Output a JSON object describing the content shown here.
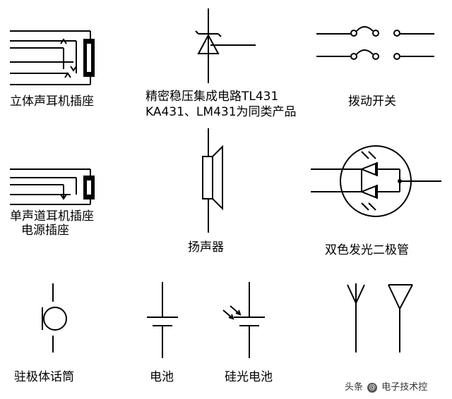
{
  "labels": {
    "stereo_jack": "立体声耳机插座",
    "regulator_line1": "精密稳压集成电路TL431",
    "regulator_line2": "KA431、LM431为同类产品",
    "toggle_switch": "拨动开关",
    "mono_jack_line1": "单声道耳机插座",
    "mono_jack_line2": "电源插座",
    "speaker": "扬声器",
    "bicolor_led": "双色发光二极管",
    "electret_mic": "驻极体话筒",
    "battery": "电池",
    "solar_cell": "硅光电池"
  },
  "watermark": {
    "prefix": "头条",
    "at": "@",
    "name": "电子技术控"
  }
}
